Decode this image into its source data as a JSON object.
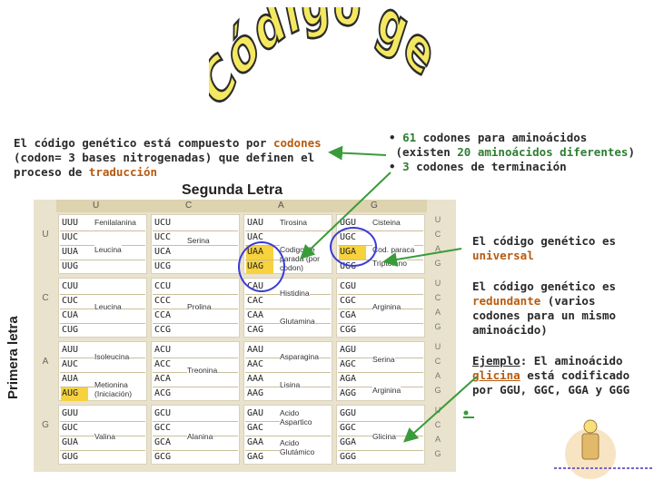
{
  "title": "Código genético",
  "intro": {
    "line1_prefix": "El código genético está compuesto por ",
    "line1_highlight": "codones",
    "line2": "(codon= 3 bases nitrogenadas) que definen el",
    "line3_prefix": "proceso de ",
    "line3_highlight": "traducción"
  },
  "facts": {
    "line1_bullet": "• ",
    "line1_num": "61",
    "line1_rest": " codones para aminoácidos",
    "line2_prefix": "(existen ",
    "line2_num": "20",
    "line2_mid": " ",
    "line2_highlight": "aminoácidos diferentes",
    "line2_suffix": ")",
    "line3_bullet": "• ",
    "line3_num": "3",
    "line3_rest": " codones de terminación"
  },
  "notes": {
    "universal_prefix": "El código genético es ",
    "universal_highlight": "universal",
    "redundant_line1": "El código genético es",
    "redundant_highlight": "redundante",
    "redundant_rest": " (varios codones para un mismo aminoácido)",
    "example_label": "Ejemplo",
    "example_text1": ": El aminoácido ",
    "example_highlight": "glicina",
    "example_text2": " está codificado por GGU, GGC, GGA y GGG"
  },
  "axes": {
    "second": "Segunda Letra",
    "first": "Primera letra"
  },
  "table": {
    "second_letters": [
      "U",
      "C",
      "A",
      "G"
    ],
    "first_letters": [
      "U",
      "C",
      "A",
      "G"
    ],
    "third_letters": [
      "U",
      "C",
      "A",
      "G"
    ],
    "cells": [
      [
        {
          "codons": [
            "UUU",
            "UUC",
            "UUA",
            "UUG"
          ],
          "aa": [
            {
              "t": "Fenilalanina",
              "r": 0
            },
            {
              "t": "Leucina",
              "r": 2
            }
          ]
        },
        {
          "codons": [
            "UCU",
            "UCC",
            "UCA",
            "UCG"
          ],
          "aa": [
            {
              "t": "Serina",
              "r": 1.3
            }
          ]
        },
        {
          "codons": [
            "UAU",
            "UAC",
            "UAA",
            "UAG"
          ],
          "aa": [
            {
              "t": "Tirosina",
              "r": 0
            },
            {
              "t": "Codigo de parada (por codon)",
              "r": 2
            }
          ]
        },
        {
          "codons": [
            "UGU",
            "UGC",
            "UGA",
            "UGG"
          ],
          "aa": [
            {
              "t": "Cisteina",
              "r": 0
            },
            {
              "t": "Cod. paraca",
              "r": 2
            },
            {
              "t": "Triptófano",
              "r": 3
            }
          ]
        }
      ],
      [
        {
          "codons": [
            "CUU",
            "CUC",
            "CUA",
            "CUG"
          ],
          "aa": [
            {
              "t": "Leucina",
              "r": 1.5
            }
          ]
        },
        {
          "codons": [
            "CCU",
            "CCC",
            "CCA",
            "CCG"
          ],
          "aa": [
            {
              "t": "Prolina",
              "r": 1.5
            }
          ]
        },
        {
          "codons": [
            "CAU",
            "CAC",
            "CAA",
            "CAG"
          ],
          "aa": [
            {
              "t": "Histidina",
              "r": 0.5
            },
            {
              "t": "Glutamina",
              "r": 2.6
            }
          ]
        },
        {
          "codons": [
            "CGU",
            "CGC",
            "CGA",
            "CGG"
          ],
          "aa": [
            {
              "t": "Arginina",
              "r": 1.5
            }
          ]
        }
      ],
      [
        {
          "codons": [
            "AUU",
            "AUC",
            "AUA",
            "AUG"
          ],
          "aa": [
            {
              "t": "Isoleucina",
              "r": 0.5
            },
            {
              "t": "Metionina (Iniciación)",
              "r": 2.6
            }
          ]
        },
        {
          "codons": [
            "ACU",
            "ACC",
            "ACA",
            "ACG"
          ],
          "aa": [
            {
              "t": "Treonina",
              "r": 1.5
            }
          ]
        },
        {
          "codons": [
            "AAU",
            "AAC",
            "AAA",
            "AAG"
          ],
          "aa": [
            {
              "t": "Asparagina",
              "r": 0.5
            },
            {
              "t": "Lisina",
              "r": 2.6
            }
          ]
        },
        {
          "codons": [
            "AGU",
            "AGC",
            "AGA",
            "AGG"
          ],
          "aa": [
            {
              "t": "Serina",
              "r": 0.7
            },
            {
              "t": "Arginina",
              "r": 3
            }
          ]
        }
      ],
      [
        {
          "codons": [
            "GUU",
            "GUC",
            "GUA",
            "GUG"
          ],
          "aa": [
            {
              "t": "Valina",
              "r": 1.7
            }
          ]
        },
        {
          "codons": [
            "GCU",
            "GCC",
            "GCA",
            "GCG"
          ],
          "aa": [
            {
              "t": "Alanina",
              "r": 1.7
            }
          ]
        },
        {
          "codons": [
            "GAU",
            "GAC",
            "GAA",
            "GAG"
          ],
          "aa": [
            {
              "t": "Acido Aspartico",
              "r": 0
            },
            {
              "t": "Acido Glutámico",
              "r": 2.2
            }
          ]
        },
        {
          "codons": [
            "GGU",
            "GGC",
            "GGA",
            "GGG"
          ],
          "aa": [
            {
              "t": "Glicina",
              "r": 1.7
            }
          ]
        }
      ]
    ],
    "stop_highlights": [
      "UAA",
      "UAG",
      "UGA",
      "AUG"
    ]
  },
  "colors": {
    "stop": "#f7d23e",
    "ring": "#3b3bd6",
    "arrow": "#3a9b3a",
    "highlight_orange": "#b85a0e",
    "highlight_green": "#2e7d32"
  }
}
